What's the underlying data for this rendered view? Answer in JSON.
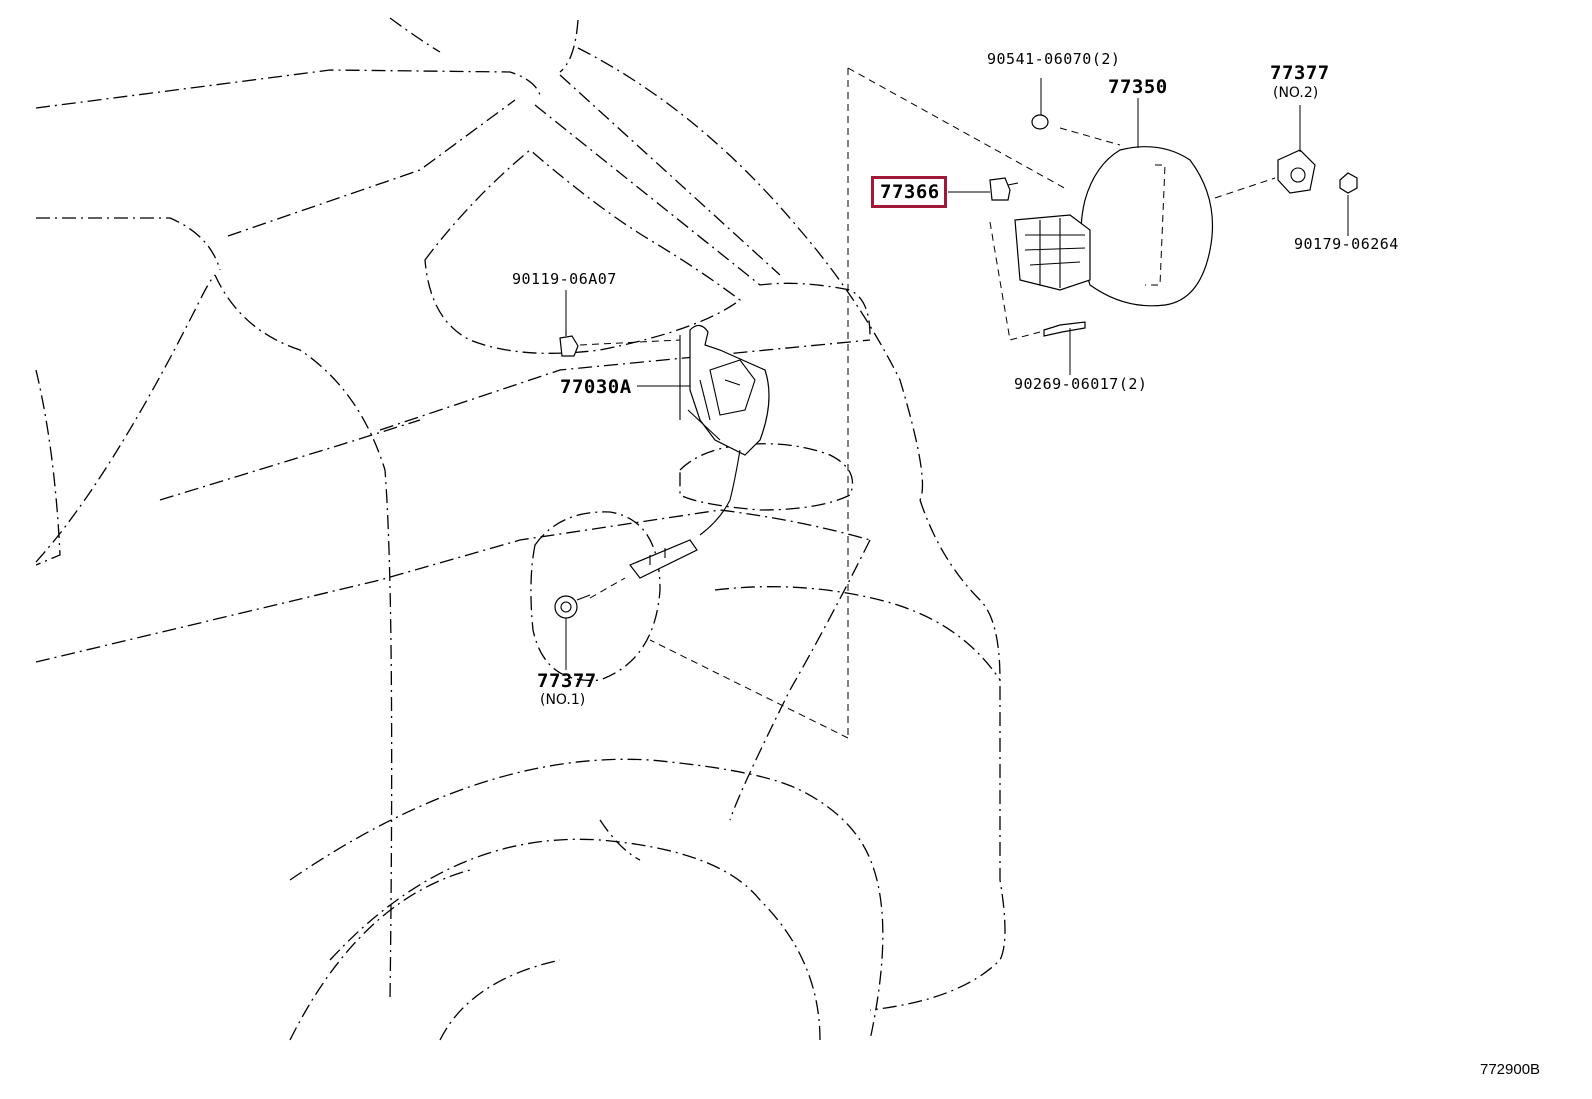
{
  "labels": {
    "p_90541": "90541-06070(2)",
    "p_77350": "77350",
    "p_77377_no2": "77377",
    "p_77377_no2_sub": "(NO.2)",
    "p_77366": "77366",
    "p_90179": "90179-06264",
    "p_90119": "90119-06A07",
    "p_77030a": "77030A",
    "p_90269": "90269-06017(2)",
    "p_77377_no1": "77377",
    "p_77377_no1_sub": "(NO.1)",
    "diagram_code": "772900B"
  },
  "colors": {
    "highlight": "#a0183a",
    "line": "#000000",
    "background": "#ffffff"
  }
}
